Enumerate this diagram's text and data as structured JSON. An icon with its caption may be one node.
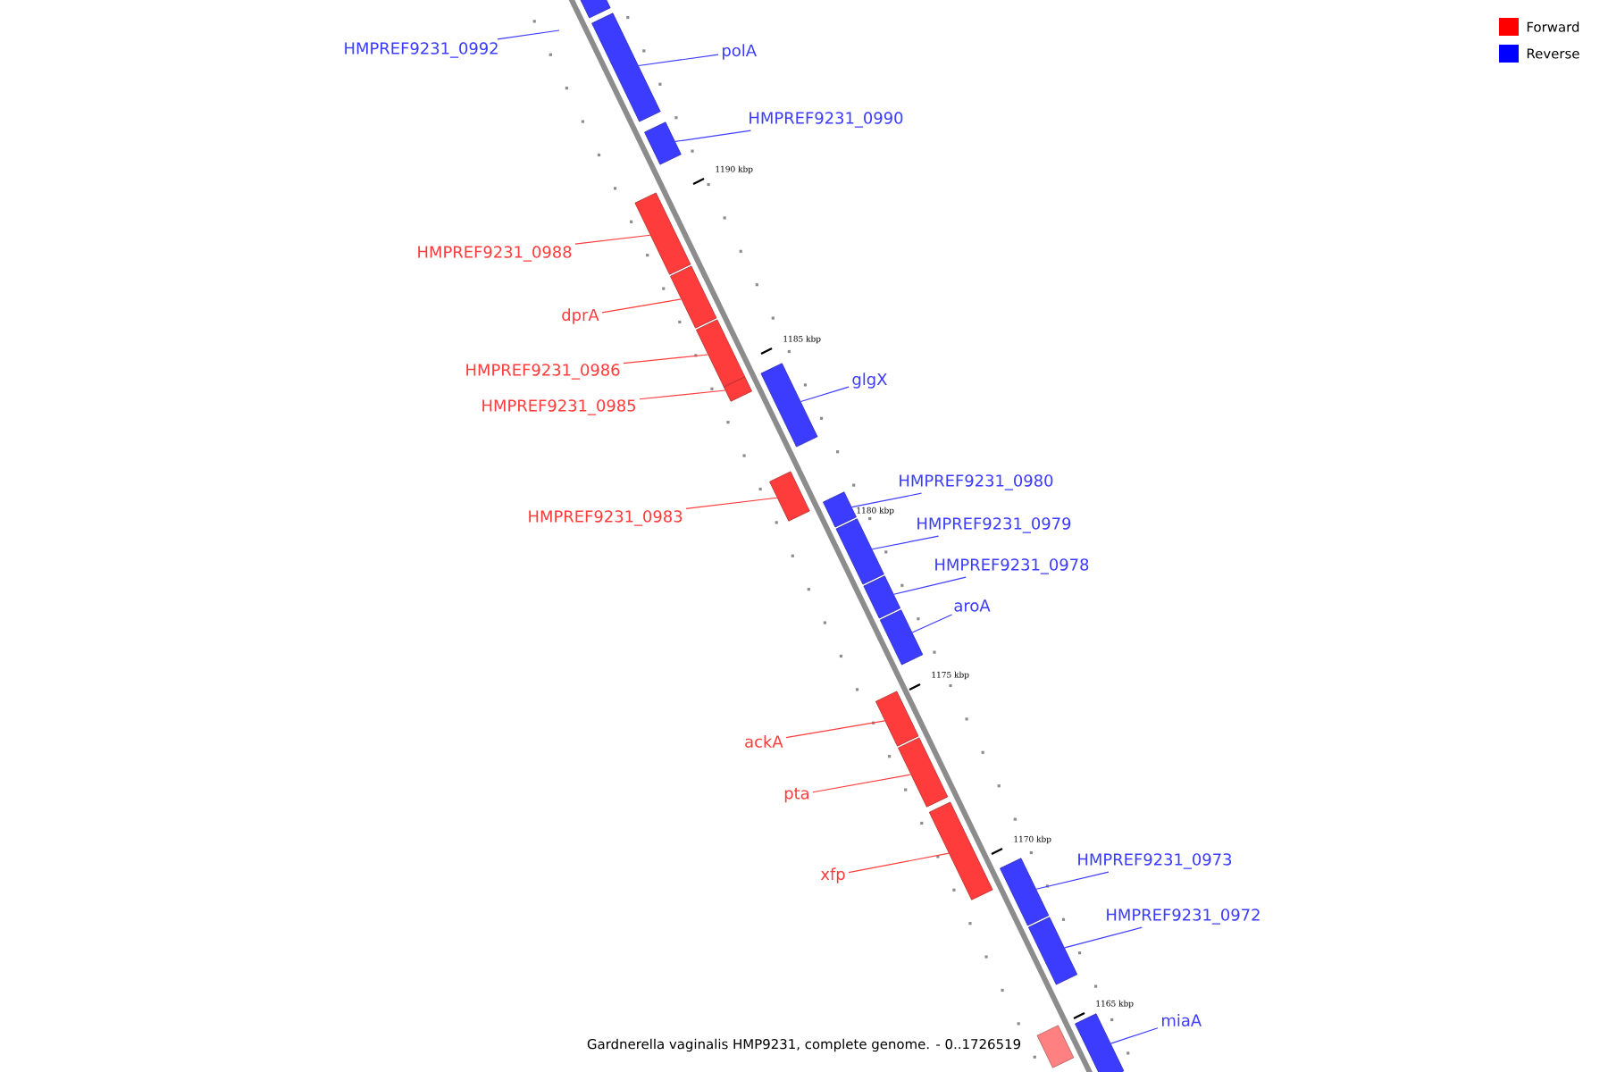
{
  "diagram": {
    "caption": "Gardnerella vaginalis HMP9231, complete genome. - 0..1726519",
    "nodes": [
      {
        "text": [
          "HMPREF9231_0992"
        ]
      },
      {
        "text": [
          "polA"
        ]
      },
      {
        "text": [],
        "shape": "bar"
      },
      {
        "text": [
          "HMPREF9231_0990"
        ]
      },
      {
        "text": [],
        "shape": "bar"
      },
      {
        "text": [
          "HMPREF9231_0988"
        ]
      },
      {
        "text": [],
        "shape": "bar"
      },
      {
        "text": [
          "dprA"
        ]
      },
      {
        "text": [],
        "shape": "bar"
      },
      {
        "text": [
          "HMPREF9231_0986"
        ]
      },
      {
        "text": [],
        "shape": "bar"
      },
      {
        "text": [
          "HMPREF9231_0985"
        ]
      },
      {
        "text": [],
        "shape": "bar"
      },
      {
        "text": [
          "glgX"
        ]
      },
      {
        "text": [],
        "shape": "bar"
      },
      {
        "text": [
          "HMPREF9231_0983"
        ]
      },
      {
        "text": [],
        "shape": "bar"
      },
      {
        "text": [
          "HMPREF9231_0980"
        ]
      },
      {
        "text": [],
        "shape": "bar"
      },
      {
        "text": [
          "HMPREF9231_0979"
        ]
      },
      {
        "text": [],
        "shape": "bar"
      },
      {
        "text": [
          "HMPREF9231_0978"
        ]
      },
      {
        "text": [],
        "shape": "bar"
      },
      {
        "text": [
          "aroA"
        ]
      },
      {
        "text": [],
        "shape": "bar"
      },
      {
        "text": [
          "ackA"
        ]
      },
      {
        "text": [],
        "shape": "bar"
      },
      {
        "text": [
          "pta"
        ]
      },
      {
        "text": [],
        "shape": "bar"
      },
      {
        "text": [
          "xfp"
        ]
      },
      {
        "text": [],
        "shape": "bar"
      },
      {
        "text": [
          "HMPREF9231_0973"
        ]
      },
      {
        "text": [],
        "shape": "bar"
      },
      {
        "text": [
          "HMPREF9231_0972"
        ]
      },
      {
        "text": [],
        "shape": "bar"
      },
      {
        "text": [
          "miaA"
        ]
      },
      {
        "text": [],
        "shape": "bar"
      },
      {
        "text": [],
        "shape": "bar"
      },
      {
        "text": [],
        "shape": "bar"
      }
    ],
    "edges": [
      {
        "from": 0,
        "to": null,
        "arrow": "none"
      },
      {
        "from": 1,
        "to": 2,
        "arrow": "none"
      },
      {
        "from": 3,
        "to": 4,
        "arrow": "none"
      },
      {
        "from": 5,
        "to": 6,
        "arrow": "none",
        "color": "#ff3c3c"
      },
      {
        "from": 7,
        "to": 8,
        "arrow": "none",
        "color": "#ff3c3c"
      },
      {
        "from": 9,
        "to": 10,
        "arrow": "none",
        "color": "#ff3c3c"
      },
      {
        "from": 11,
        "to": 12,
        "arrow": "none",
        "color": "#ff3c3c"
      },
      {
        "from": 13,
        "to": 14,
        "arrow": "none"
      },
      {
        "from": 15,
        "to": 16,
        "arrow": "none",
        "color": "#ff3c3c"
      },
      {
        "from": 17,
        "to": 18,
        "arrow": "none"
      },
      {
        "from": 19,
        "to": 20,
        "arrow": "none"
      },
      {
        "from": 21,
        "to": 22,
        "arrow": "none"
      },
      {
        "from": 23,
        "to": 24,
        "arrow": "none"
      },
      {
        "from": 25,
        "to": 26,
        "arrow": "none",
        "color": "#ff3c3c"
      },
      {
        "from": 27,
        "to": 28,
        "arrow": "none",
        "color": "#ff3c3c"
      },
      {
        "from": 29,
        "to": 30,
        "arrow": "none",
        "color": "#ff3c3c"
      },
      {
        "from": 31,
        "to": 32,
        "arrow": "none"
      },
      {
        "from": 33,
        "to": 34,
        "arrow": "none"
      },
      {
        "from": 35,
        "to": 36,
        "arrow": "none"
      }
    ],
    "labels": [
      "1190 kbp",
      "1185 kbp",
      "1180 kbp",
      "1175 kbp",
      "1170 kbp",
      "1165 kbp"
    ],
    "legend": [
      {
        "text": "Forward",
        "color": "#ff0000"
      },
      {
        "text": "Reverse",
        "color": "#0000ff"
      }
    ]
  }
}
